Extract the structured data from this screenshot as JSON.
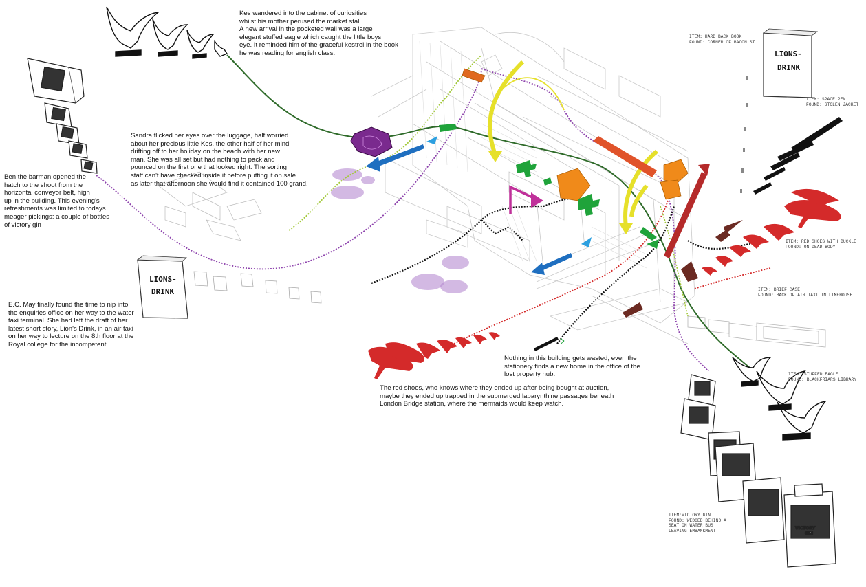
{
  "stories": {
    "kes": "Kes wandered into the cabinet of curiosities\nwhilst his mother perused the market stall.\nA new arrival in the pocketed wall was a large\nelegant stuffed eagle which caught the little boys\neye. It reminded him of the graceful kestrel in the book\nhe was reading for english class.",
    "sandra": "Sandra flicked her eyes over the luggage, half worried\nabout her precious little Kes, the other half of her mind\ndrifting off to her holiday on the beach with her new\nman. She was all set but had nothing to pack and\n pounced on the first one that looked right. The sorting\nstaff can't have checked inside it before putting it on sale\nas later that afternoon she would find it contained 100 grand.",
    "ben": "Ben the barman opened the\nhatch to the shoot from the\nhorizontal conveyor belt, high\nup in the building. This evening's\nrefreshments was limited to todays\nmeager pickings: a couple of bottles\nof victory gin",
    "ec_may": "E.C. May finally found the time to nip into\nthe enquiries office on her way to the water\ntaxi terminal. She had left the draft of her\nlatest short story, Lion's Drink, in an air taxi\non her way to lecture on the 8th floor at the\nRoyal college for the incompetent.",
    "stationery": "Nothing in this building gets wasted, even the\nstationery finds a new home in the office of the\n lost property hub.",
    "red_shoes": "The red shoes, who knows where they ended up after being bought at auction,\nmaybe they ended up trapped in the submerged labarynthine passages beneath\nLondon Bridge station, where the mermaids would keep watch."
  },
  "items": {
    "book": "ITEM: HARD BACK BOOK\nFOUND: CORNER OF BACON ST",
    "pen": "ITEM: SPACE PEN\nFOUND: STOLEN JACKET",
    "shoes": "ITEM: RED SHOES WITH BUCKLE\nFOUND: ON DEAD BODY",
    "case": "ITEM: BRIEF CASE\nFOUND: BACK OF AIR TAXI IN LIMEHOUSE",
    "eagle": "ITEM: STUFFED EAGLE\nFOUND: BLACKFRIARS LIBRARY",
    "gin": "ITEM:VICTORY GIN\nFOUND: WEDGED BEHIND A\nSEAT ON WATER BUS\nLEAVING EMBANKMENT"
  },
  "labels": {
    "book_title_1": "LIONS-",
    "book_title_2": "DRINK",
    "gin_brand": "VICTORY",
    "gin_word": "GIN"
  },
  "colors": {
    "yellow": "#e6e02a",
    "green": "#2f6b2a",
    "purple": "#8e44ad",
    "lilac": "#b58ad0",
    "red": "#d42a2a",
    "orange": "#f08a1a",
    "blue": "#1f6fc0",
    "magenta": "#c0309a",
    "brown": "#6b2a22",
    "lime": "#a3c93a"
  }
}
